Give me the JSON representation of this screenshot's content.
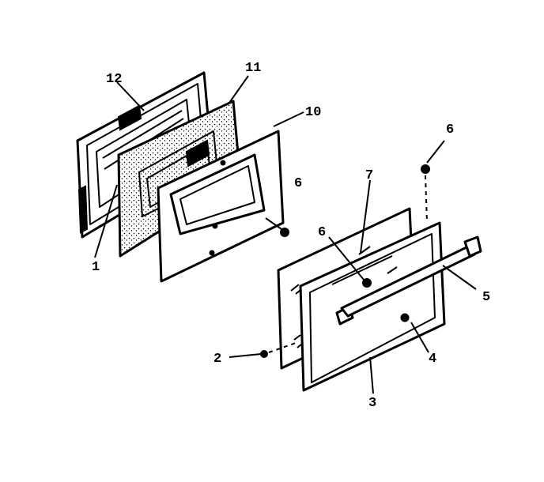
{
  "diagram": {
    "callouts": {
      "c1": "1",
      "c2": "2",
      "c3": "3",
      "c4": "4",
      "c5": "5",
      "c6_top": "6",
      "c6_left": "6",
      "c6_center": "6",
      "c7": "7",
      "c10": "10",
      "c11": "11",
      "c12": "12"
    }
  }
}
